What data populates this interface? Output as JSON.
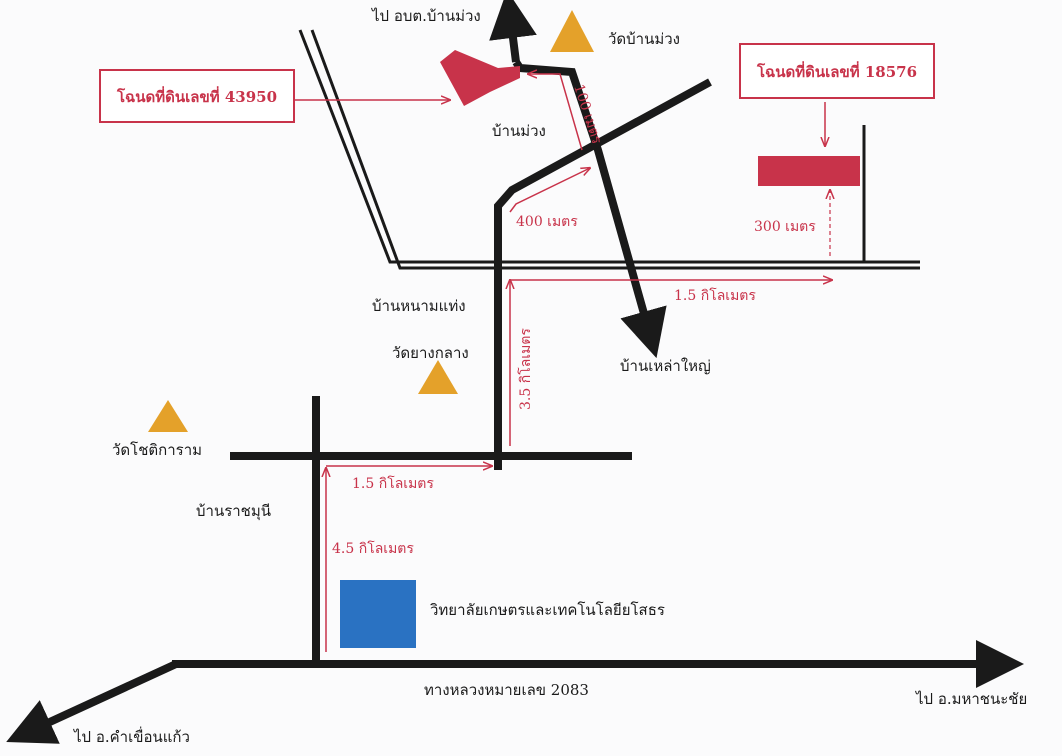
{
  "colors": {
    "road": "#1a1a1a",
    "distance": "#c8334a",
    "temple": "#e4a12a",
    "college": "#2a72c2",
    "parcel": "#c8334a",
    "background": "#fbfbfc"
  },
  "parcels": {
    "p43950_label": "โฉนดที่ดินเลขที่ 43950",
    "p18576_label": "โฉนดที่ดินเลขที่ 18576"
  },
  "places": {
    "to_obt": "ไป อบต.บ้านม่วง",
    "wat_ban_muang": "วัดบ้านม่วง",
    "ban_muang": "บ้านม่วง",
    "ban_nong_mae_tang": "บ้านหนามแท่ง",
    "wat_yang_klang": "วัดยางกลาง",
    "ban_lao_yai": "บ้านเหล่าใหญ่",
    "wat_chotikaram": "วัดโชติการาม",
    "ban_ratchamuni": "บ้านราชมุนี",
    "college": "วิทยาลัยเกษตรและเทคโนโลยียโสธร",
    "highway": "ทางหลวงหมายเลข 2083",
    "to_maha_chana_chai": "ไป อ.มหาชนะชัย",
    "to_kham_khuean_kaeo": "ไป อ.คำเขื่อนแก้ว"
  },
  "distances": {
    "d100": "100 เมตร",
    "d400": "400 เมตร",
    "d300": "300 เมตร",
    "d15_top": "1.5 กิโลเมตร",
    "d35": "3.5 กิโลเมตร",
    "d15_bottom": "1.5 กิโลเมตร",
    "d45": "4.5 กิโลเมตร"
  },
  "icons": {
    "temple": "temple-triangle-icon",
    "college": "college-square-icon",
    "parcel": "land-parcel-icon"
  }
}
